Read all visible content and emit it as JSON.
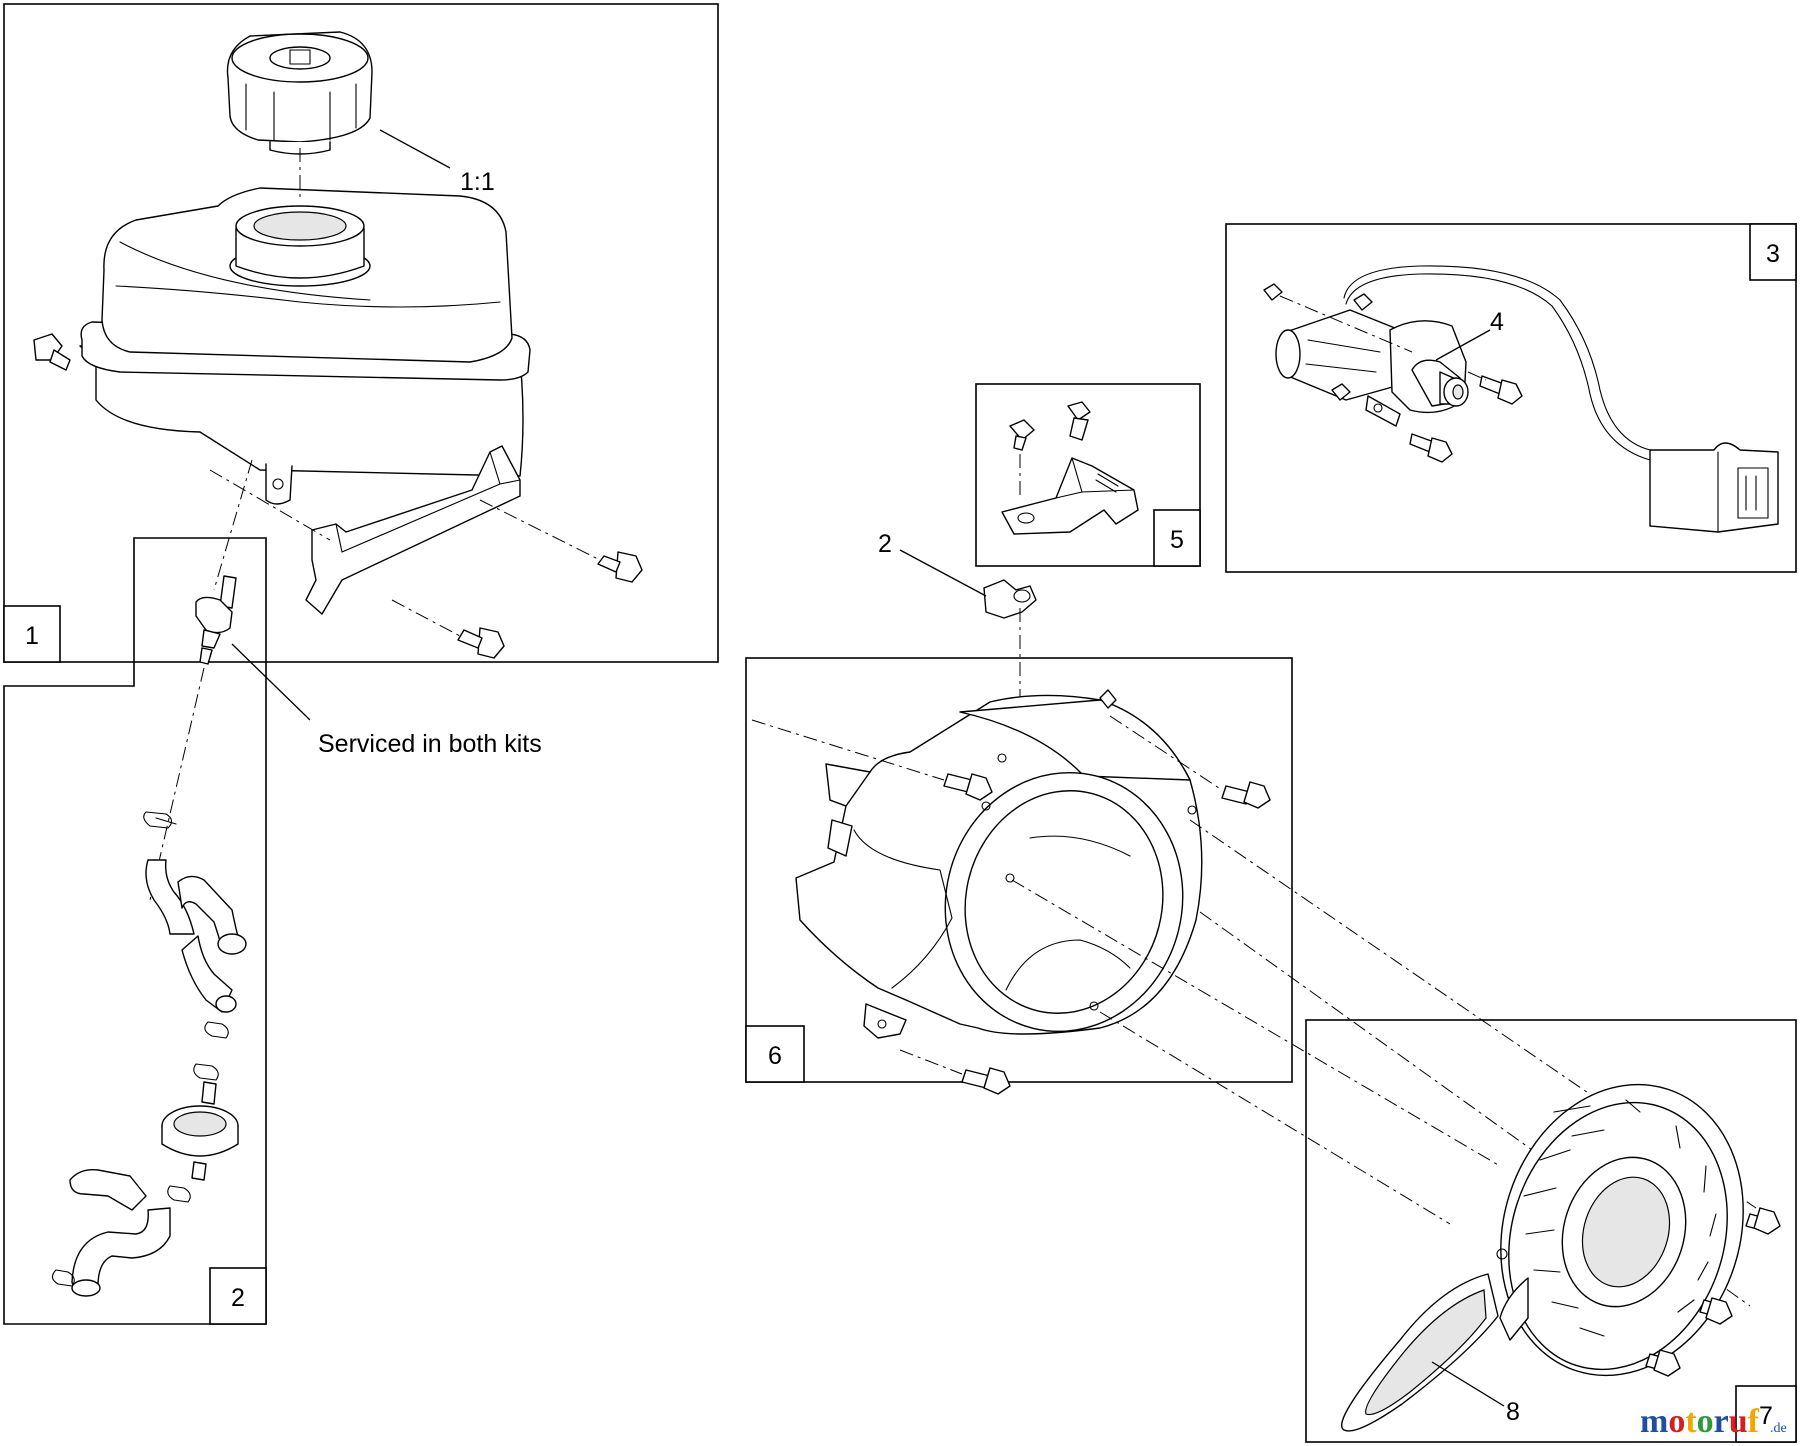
{
  "boxes": {
    "fuel_tank": "1",
    "fuel_line": "2",
    "starter_harness": "3",
    "bracket": "5",
    "blower_housing": "6",
    "recoil_starter": "7"
  },
  "callouts": {
    "fuel_cap": "1:1",
    "clip": "2",
    "starter_motor": "4",
    "recoil_handle": "8",
    "shared_fitting": "Serviced in both kits"
  },
  "watermark": {
    "brand": "motoruf",
    "tld": ".de",
    "colors": [
      "#1f4fa0",
      "#d62020",
      "#f0a800",
      "#2a9a3a",
      "#1f4fa0",
      "#d62020",
      "#f0a800"
    ]
  }
}
